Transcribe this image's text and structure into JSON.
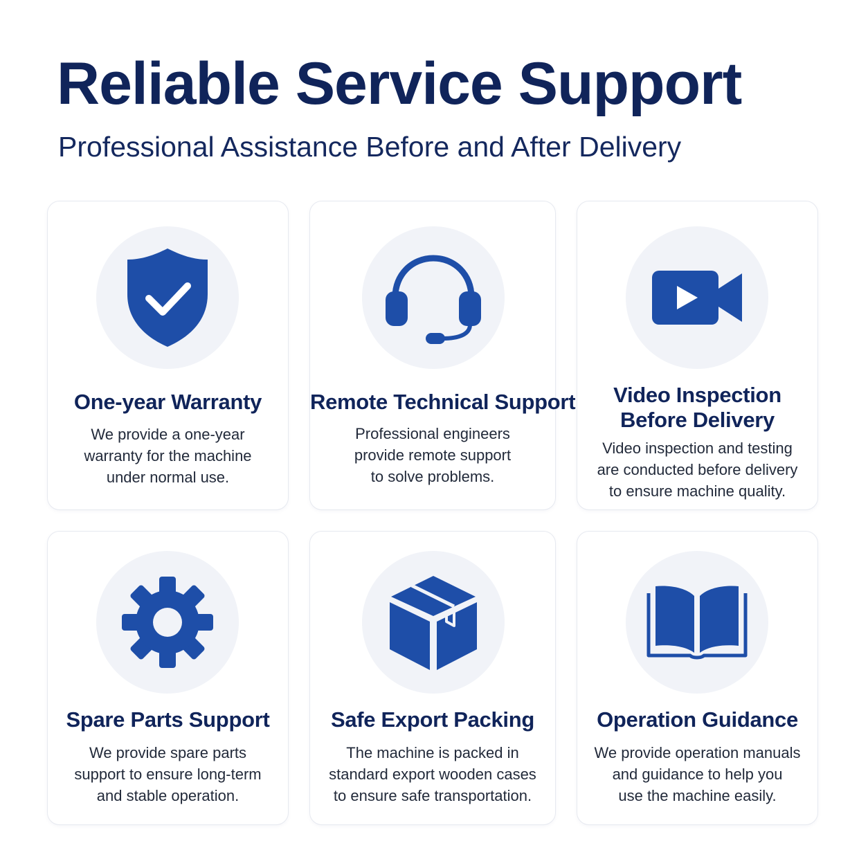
{
  "header": {
    "title": "Reliable Service Support",
    "subtitle": "Professional Assistance Before and After Delivery"
  },
  "colors": {
    "primary": "#1e4ea8",
    "heading": "#10245a",
    "icon_bg": "#f1f3f8",
    "card_border": "#e6e9f0"
  },
  "cards": [
    {
      "icon": "shield-check-icon",
      "title_lines": [
        "One-year Warranty"
      ],
      "desc_lines": [
        "We provide a one-year",
        "warranty for the machine",
        "under normal use."
      ]
    },
    {
      "icon": "headset-icon",
      "title_lines": [
        "Remote Technical Support"
      ],
      "desc_lines": [
        "Professional engineers",
        "provide remote support",
        "to solve problems."
      ]
    },
    {
      "icon": "video-camera-icon",
      "title_lines": [
        "Video Inspection",
        "Before Delivery"
      ],
      "desc_lines": [
        "Video inspection and testing",
        "are conducted before delivery",
        "to ensure machine quality."
      ]
    },
    {
      "icon": "gear-icon",
      "title_lines": [
        "Spare Parts Support"
      ],
      "desc_lines": [
        "We provide spare parts",
        "support to ensure long-term",
        "and stable operation."
      ]
    },
    {
      "icon": "package-box-icon",
      "title_lines": [
        "Safe Export Packing"
      ],
      "desc_lines": [
        "The machine is packed in",
        "standard export wooden cases",
        "to ensure safe transportation."
      ]
    },
    {
      "icon": "open-book-icon",
      "title_lines": [
        "Operation Guidance"
      ],
      "desc_lines": [
        "We provide operation manuals",
        "and guidance to help you",
        "use the machine easily."
      ]
    }
  ]
}
